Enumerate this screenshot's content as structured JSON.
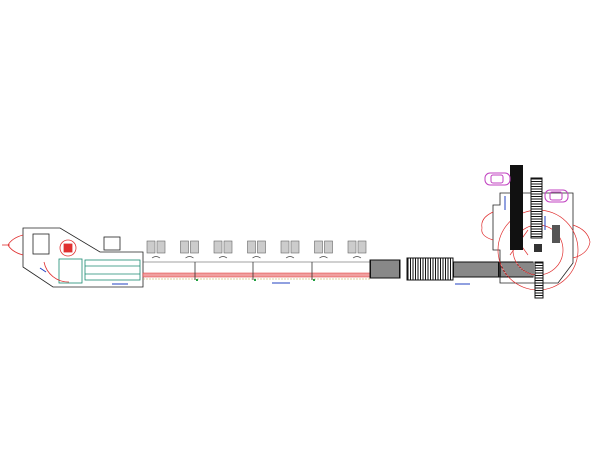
{
  "drawing": {
    "workstation_count": 7,
    "conveyor_segment_count": 4,
    "vehicle_count": 2
  },
  "colors": {
    "outline": "#222222",
    "safety_red": "#e03030",
    "conveyor_black": "#111111",
    "vehicle_magenta": "#c040c0",
    "flow_arrow_blue": "#2040c0",
    "station_gray": "#9a9a9a",
    "green_marker": "#20a040",
    "teal_cell": "#1a8a70"
  }
}
